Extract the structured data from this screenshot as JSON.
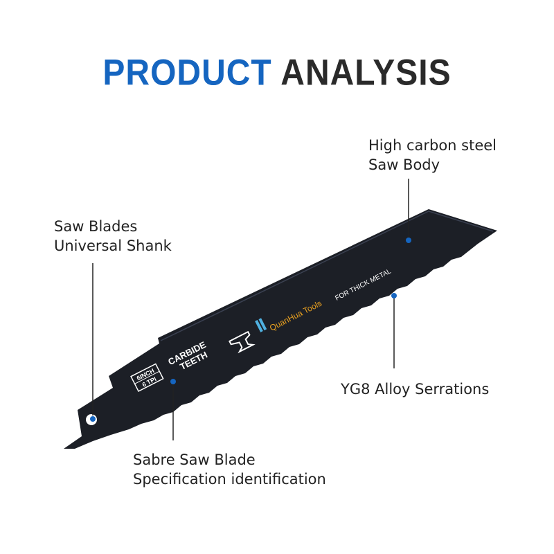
{
  "title": {
    "word1": "PRODUCT",
    "word2": "ANALYSIS"
  },
  "colors": {
    "accent": "#1565c0",
    "blade": "#1c1f26",
    "text": "#222222",
    "logo_text": "#e8a020"
  },
  "callouts": {
    "body": {
      "line1": "High carbon steel",
      "line2": "Saw Body"
    },
    "shank": {
      "line1": "Saw Blades",
      "line2": "Universal Shank"
    },
    "teeth": {
      "line1": "YG8 Alloy Serrations"
    },
    "spec": {
      "line1": "Sabre Saw Blade",
      "line2": "Specification identification"
    }
  },
  "blade": {
    "marking_size": "6INCH",
    "marking_tpi": "6 TPI",
    "carbide_line1": "CARBIDE",
    "carbide_line2": "TEETH",
    "brand": "QuanHua Tools",
    "use": "FOR THICK METAL",
    "logo_icon": "anvil-logo-icon"
  }
}
